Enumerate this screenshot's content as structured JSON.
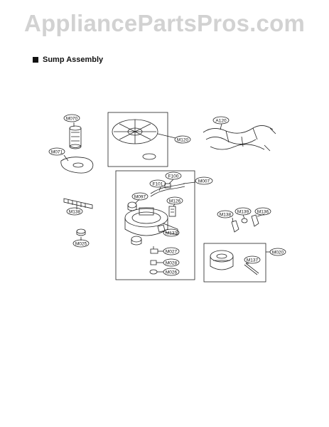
{
  "watermark": "AppliancePartsPros.com",
  "title": "Sump Assembly",
  "icons": {
    "bullet": "filled-square-icon"
  },
  "labels": {
    "m070": "M070",
    "m071": "M071",
    "m138_left": "M138",
    "m025": "M025",
    "m120": "M120",
    "a120": "A120",
    "f100": "F100",
    "f101": "F101",
    "m007": "M007",
    "m097": "M097",
    "m126": "M126",
    "m133": "M133",
    "m027": "M027",
    "m028": "M028",
    "m026": "M026",
    "m138_right": "M138",
    "m139": "M139",
    "m136": "M136",
    "m020": "M020",
    "m137": "M137"
  }
}
